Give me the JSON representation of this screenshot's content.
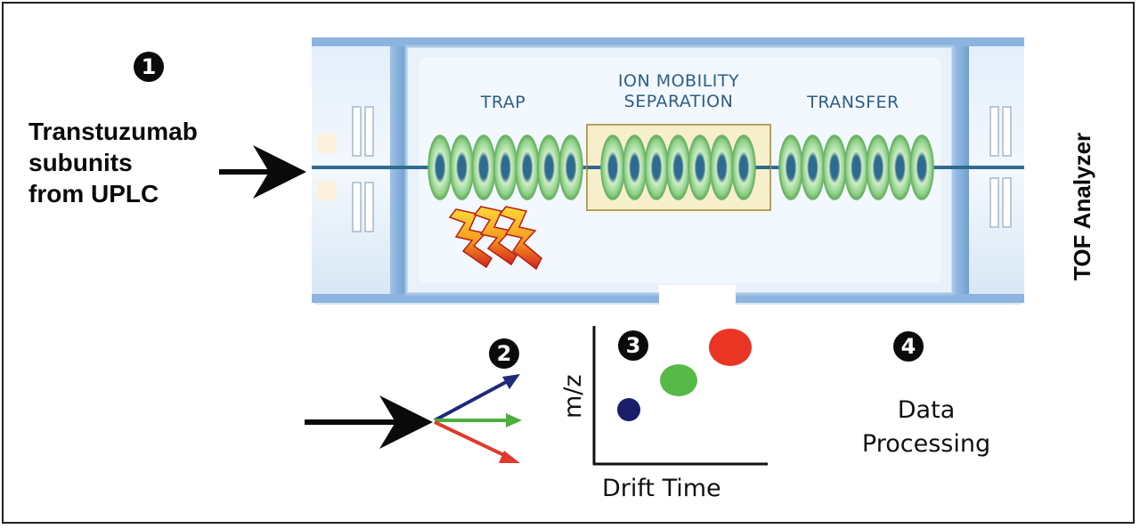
{
  "steps": {
    "step1": "1",
    "step2": "2",
    "step3": "3",
    "step4": "4"
  },
  "input_label": {
    "line1": "Transtuzumab",
    "line2": "subunits",
    "line3": "from UPLC"
  },
  "instrument": {
    "trap_label": "TRAP",
    "ims_label_line1": "ION MOBILITY",
    "ims_label_line2": "SEPARATION",
    "transfer_label": "TRANSFER",
    "tof_label": "TOF Analyzer"
  },
  "plot": {
    "ylabel": "m/z",
    "xlabel": "Drift Time"
  },
  "processing": {
    "line1": "Data",
    "line2": "Processing"
  },
  "colors": {
    "arrow_blue": "#1f2a7a",
    "arrow_green": "#4caf3a",
    "arrow_red": "#e03a2a",
    "spot_navy": "#1b1f6b",
    "spot_green": "#57b947",
    "spot_red": "#ea3525",
    "ring_green": "#9fd89a",
    "chamber_blue": "#cfe3f6",
    "ims_box": "#f5ecc6"
  },
  "icons": [
    "lightning-bolt-icon",
    "arrow-right-icon"
  ]
}
